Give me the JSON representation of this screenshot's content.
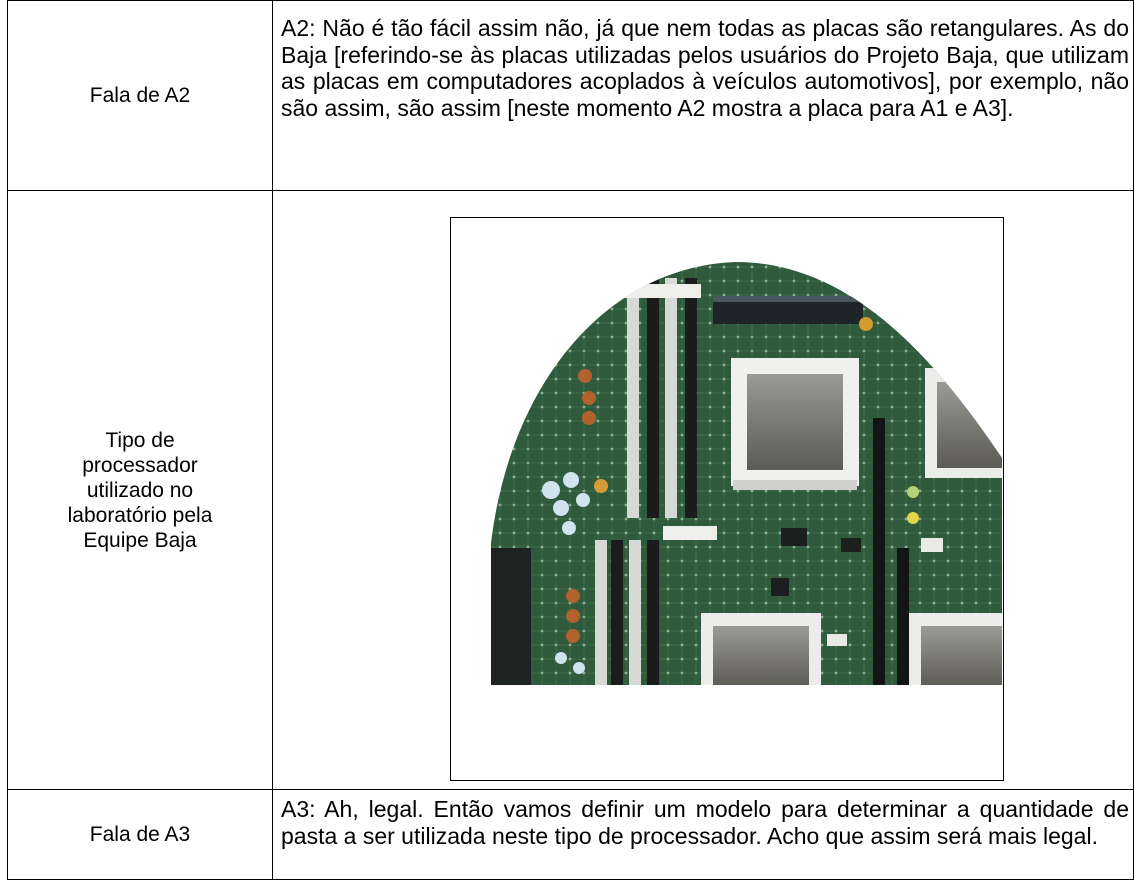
{
  "rows": [
    {
      "label": "Fala de A2",
      "text": "A2: Não é tão fácil assim não, já que nem todas as placas são retangulares. As do Baja [referindo-se às placas utilizadas pelos usuários do Projeto Baja, que utilizam as placas em computadores acoplados à veículos automotivos], por exemplo, não são assim, são assim [neste momento A2 mostra a placa para A1 e A3]."
    },
    {
      "label": "Tipo de processador utilizado no laboratório pela Equipe Baja",
      "image": "motherboard-photo"
    },
    {
      "label": "Fala de A3",
      "text": "A3: Ah, legal. Então vamos definir um modelo para determinar a quantidade de pasta a ser utilizada neste tipo de processador. Acho que assim será mais legal."
    }
  ]
}
